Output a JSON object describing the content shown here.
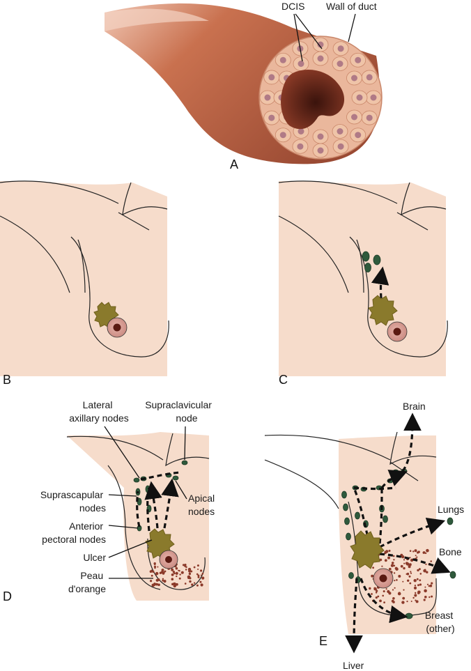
{
  "panels": {
    "a": {
      "letter": "A",
      "label_dcis": "DCIS",
      "label_wall": "Wall of duct"
    },
    "b": {
      "letter": "B"
    },
    "c": {
      "letter": "C"
    },
    "d": {
      "letter": "D",
      "labels": {
        "lateral_axillary": [
          "Lateral",
          "axillary nodes"
        ],
        "supraclavicular": [
          "Supraclavicular",
          "node"
        ],
        "suprascapular": [
          "Suprascapular",
          "nodes"
        ],
        "apical": [
          "Apical",
          "nodes"
        ],
        "anterior_pectoral": [
          "Anterior",
          "pectoral nodes"
        ],
        "ulcer": [
          "Ulcer"
        ],
        "peau": [
          "Peau",
          "d'orange"
        ]
      }
    },
    "e": {
      "letter": "E",
      "labels": {
        "brain": "Brain",
        "lungs": "Lungs",
        "bone": "Bone",
        "breast_other": [
          "Breast",
          "(other)"
        ],
        "liver": "Liver"
      }
    }
  },
  "colors": {
    "skin": "#f6dccb",
    "duct_outer": "#b5604a",
    "duct_cells": "#e9b99a",
    "nucleus": "#b07a86",
    "tumor": "#8a7a2c",
    "node": "#2f5a3c",
    "peau_dots": "#8b3a2a"
  }
}
